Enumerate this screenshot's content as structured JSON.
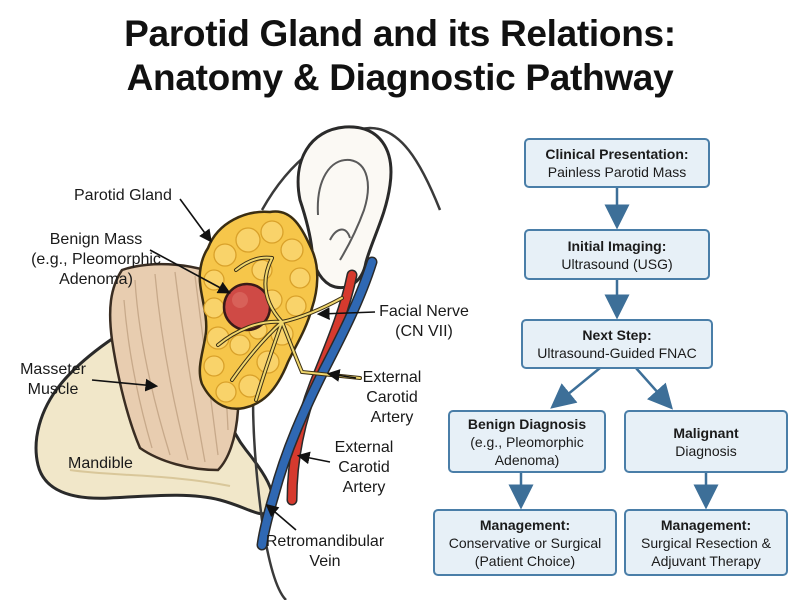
{
  "title": {
    "line1": "Parotid Gland and its Relations:",
    "line2": "Anatomy & Diagnostic Pathway"
  },
  "anatomy": {
    "labels": {
      "parotid_gland": "Parotid Gland",
      "benign_mass_1": "Benign Mass",
      "benign_mass_2": "(e.g., Pleomorphic",
      "benign_mass_3": "Adenoma)",
      "masseter_1": "Masseter",
      "masseter_2": "Muscle",
      "mandible": "Mandible",
      "facial_nerve_1": "Facial Nerve",
      "facial_nerve_2": "(CN VII)",
      "ext_carotid_a_1": "External",
      "ext_carotid_a_2": "Carotid",
      "ext_carotid_a_3": "Artery",
      "ext_carotid_b_1": "External",
      "ext_carotid_b_2": "Carotid",
      "ext_carotid_b_3": "Artery",
      "retro_1": "Retromandibular",
      "retro_2": "Vein"
    },
    "colors": {
      "gland": "#f6c64a",
      "mass": "#cf4a45",
      "nerve": "#f0d76e",
      "artery": "#d63a2e",
      "vein": "#2f68b3",
      "muscle": "#e8cdb0",
      "bone": "#f1e7c9"
    }
  },
  "flowchart": {
    "colors": {
      "box_fill": "#e7f0f7",
      "box_border": "#4a7ea8",
      "arrow": "#3d6f98"
    },
    "clinical": {
      "bold": "Clinical Presentation:",
      "text": "Painless Parotid Mass"
    },
    "imaging": {
      "bold": "Initial Imaging:",
      "text": "Ultrasound (USG)"
    },
    "next_step": {
      "bold": "Next Step:",
      "text": "Ultrasound-Guided FNAC"
    },
    "benign": {
      "bold": "Benign Diagnosis",
      "text1": "(e.g., Pleomorphic",
      "text2": "Adenoma)"
    },
    "malignant": {
      "bold": "Malignant",
      "text": "Diagnosis"
    },
    "mgmt_benign": {
      "bold": "Management:",
      "text1": "Conservative or Surgical",
      "text2": "(Patient Choice)"
    },
    "mgmt_malignant": {
      "bold": "Management:",
      "text1": "Surgical Resection &",
      "text2": "Adjuvant Therapy"
    }
  }
}
